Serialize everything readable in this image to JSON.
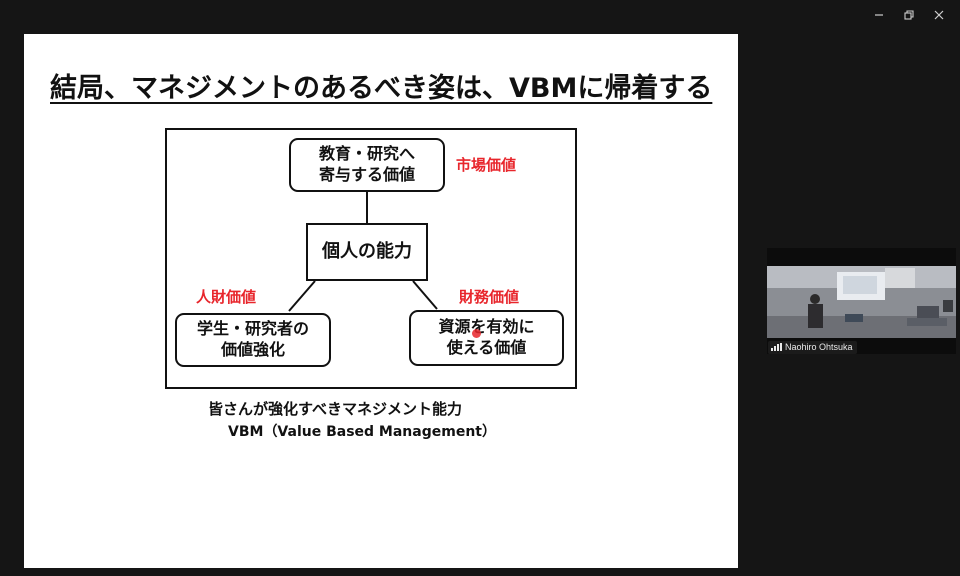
{
  "window": {
    "controls": [
      "minimize-icon",
      "restore-icon",
      "close-icon"
    ]
  },
  "slide": {
    "title": "結局、マネジメントのあるべき姿は、VBMに帰着する",
    "nodes": {
      "top": "教育・研究へ\n寄与する価値",
      "center": "個人の能力",
      "left": "学生・研究者の\n価値強化",
      "right": "資源を有効に\n使える価値"
    },
    "labels": {
      "market": "市場価値",
      "human": "人財価値",
      "finance": "財務価値"
    },
    "caption": "皆さんが強化すべきマネジメント能力",
    "caption_sub": "VBM（Value Based Management）",
    "accent_color": "#e8262c"
  },
  "participant": {
    "name": "Naohiro Ohtsuka",
    "icon": "signal-bars-icon"
  }
}
